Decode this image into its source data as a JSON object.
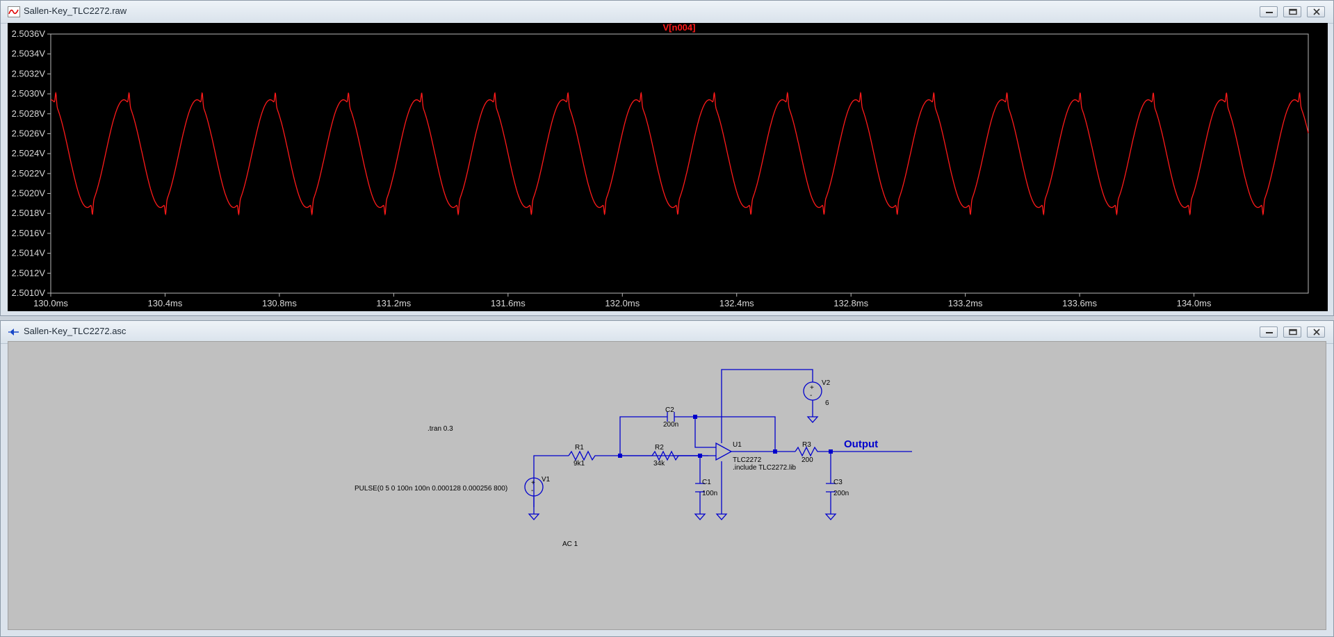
{
  "waveform_window": {
    "title": "Sallen-Key_TLC2272.raw",
    "trace_label": "V[n004]",
    "colors": {
      "trace": "#ff1a1a",
      "background": "#000000",
      "axes": "#c8c8c8"
    }
  },
  "schematic_window": {
    "title": "Sallen-Key_TLC2272.asc",
    "directives": {
      "tran": ".tran 0.3",
      "include": ".include TLC2272.lib",
      "pulse": "PULSE(0 5 0 100n 100n 0.000128 0.000256 800)",
      "ac": "AC 1"
    },
    "components": {
      "r1": {
        "name": "R1",
        "value": "9k1"
      },
      "r2": {
        "name": "R2",
        "value": "34k"
      },
      "r3": {
        "name": "R3",
        "value": "200"
      },
      "c1": {
        "name": "C1",
        "value": "100n"
      },
      "c2": {
        "name": "C2",
        "value": "200n"
      },
      "c3": {
        "name": "C3",
        "value": "200n"
      },
      "u1": {
        "name": "U1",
        "value": "TLC2272"
      },
      "v1": {
        "name": "V1",
        "value": ""
      },
      "v2": {
        "name": "V2",
        "value": "6"
      }
    },
    "output_label": "Output",
    "colors": {
      "wire": "#0000cc",
      "background": "#c0c0c0",
      "junction": "#0000cc"
    }
  },
  "chart_data": {
    "type": "line",
    "title": "V[n004]",
    "xlim": [
      130.0,
      134.4
    ],
    "ylim": [
      2.501,
      2.5036
    ],
    "x_ticks": [
      "130.0ms",
      "130.4ms",
      "130.8ms",
      "131.2ms",
      "131.6ms",
      "132.0ms",
      "132.4ms",
      "132.8ms",
      "133.2ms",
      "133.6ms",
      "134.0ms"
    ],
    "y_ticks": [
      "2.5036V",
      "2.5034V",
      "2.5032V",
      "2.5030V",
      "2.5028V",
      "2.5026V",
      "2.5024V",
      "2.5022V",
      "2.5020V",
      "2.5018V",
      "2.5016V",
      "2.5014V",
      "2.5012V",
      "2.5010V"
    ],
    "series": [
      {
        "period_ms": 0.256,
        "max_v": 2.50294,
        "min_v": 2.50186,
        "x_first_peak_ms": 130.0,
        "x_end_ms": 134.4
      }
    ],
    "grid": false,
    "legend": "none"
  }
}
